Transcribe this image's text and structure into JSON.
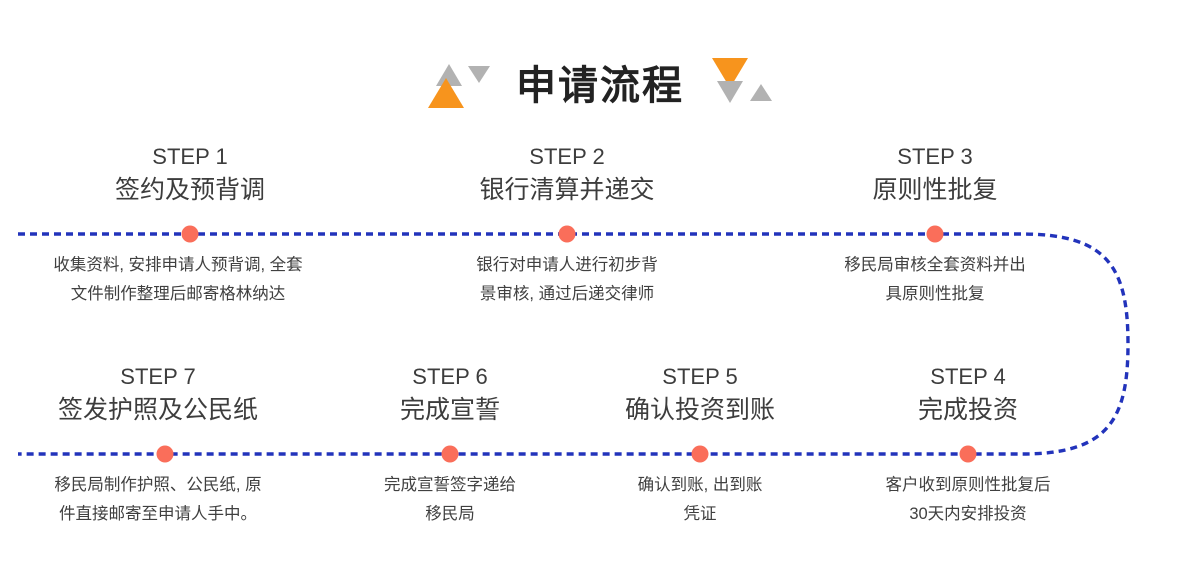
{
  "header": {
    "title": "申请流程",
    "decorations": {
      "left": [
        "triangle-up-gray",
        "triangle-up-orange",
        "triangle-down-gray"
      ],
      "right": [
        "triangle-down-orange",
        "triangle-down-gray",
        "triangle-up-gray"
      ]
    }
  },
  "colors": {
    "accent_orange": "#F7941D",
    "decor_gray": "#B2B2B2",
    "node_dot": "#FA6E5A",
    "connector_line": "#2233BB",
    "title_text": "#222222",
    "step_text": "#3D3D3D",
    "desc_text": "#404040",
    "background": "#FFFFFF"
  },
  "flow": {
    "row1": [
      {
        "num": "STEP 1",
        "title": "签约及预背调",
        "desc": [
          "收集资料, 安排申请人预背调, 全套",
          "文件制作整理后邮寄格林纳达"
        ]
      },
      {
        "num": "STEP 2",
        "title": "银行清算并递交",
        "desc": [
          "银行对申请人进行初步背",
          "景审核, 通过后递交律师"
        ]
      },
      {
        "num": "STEP 3",
        "title": "原则性批复",
        "desc": [
          "移民局审核全套资料并出",
          "具原则性批复"
        ]
      }
    ],
    "row2": [
      {
        "num": "STEP 7",
        "title": "签发护照及公民纸",
        "desc": [
          "移民局制作护照、公民纸, 原",
          "件直接邮寄至申请人手中。"
        ]
      },
      {
        "num": "STEP 6",
        "title": "完成宣誓",
        "desc": [
          "完成宣誓签字递给",
          "移民局"
        ]
      },
      {
        "num": "STEP 5",
        "title": "确认投资到账",
        "desc": [
          "确认到账, 出到账",
          "凭证"
        ]
      },
      {
        "num": "STEP 4",
        "title": "完成投资",
        "desc": [
          "客户收到原则性批复后",
          "30天内安排投资"
        ]
      }
    ]
  }
}
